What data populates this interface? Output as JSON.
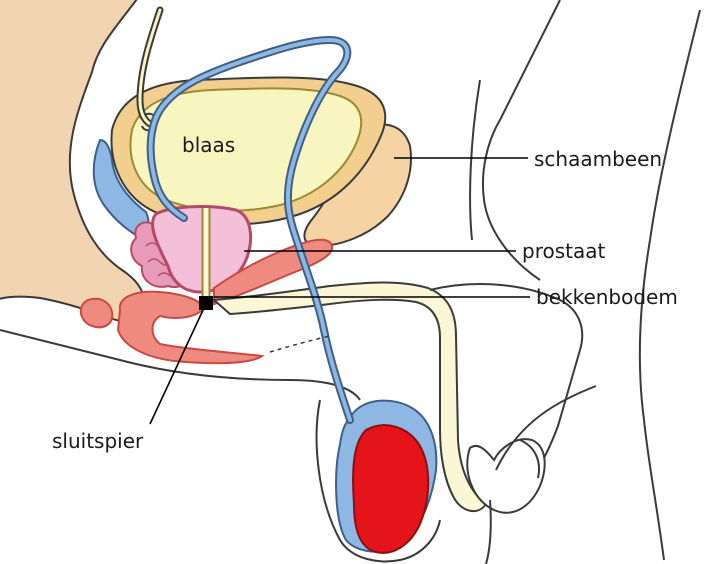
{
  "labels": {
    "blaas": "blaas",
    "schaambeen": "schaambeen",
    "prostaat": "prostaat",
    "bekkenbodem": "bekkenbodem",
    "sluitspier": "sluitspier"
  },
  "colors": {
    "outline": "#3a3a3a",
    "bladder_fill": "#f8f5c0",
    "bladder_rim": "#f2ce8f",
    "bone": "#f5d3a4",
    "prostate": "#f4bfd8",
    "prostate_edge": "#b44a66",
    "seminal": "#e79aba",
    "muscle": "#ef8a80",
    "muscle_edge": "#c84a44",
    "vas": "#8eb8e2",
    "vas_edge": "#3f5f86",
    "urethra": "#fbf7d6",
    "testis": "#e4141a",
    "epididymis": "#8fb7e4",
    "tissue": "#f3d4b2",
    "sphincter": "#000000"
  }
}
